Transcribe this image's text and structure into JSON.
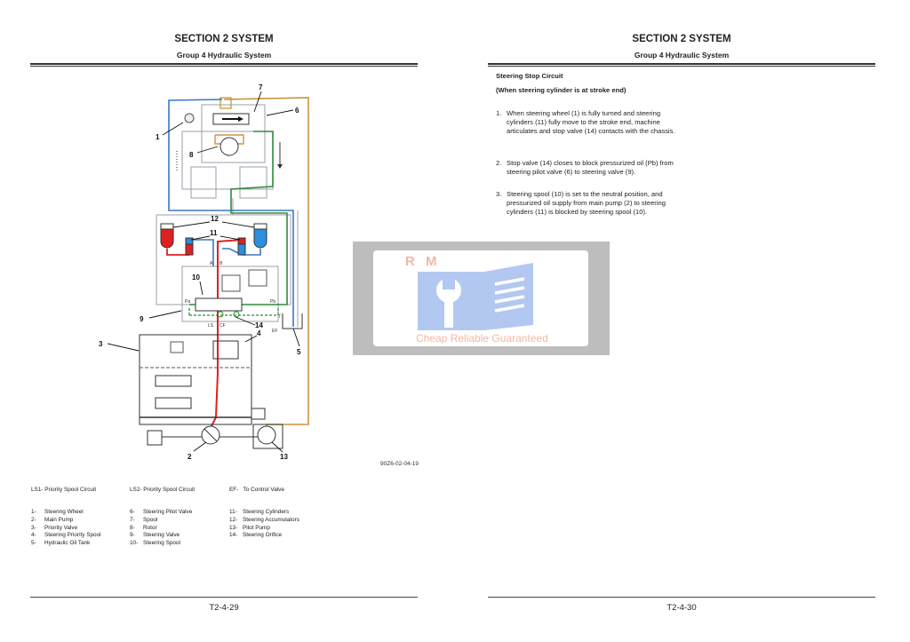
{
  "left_page": {
    "section": "SECTION 2 SYSTEM",
    "group": "Group 4 Hydraulic System",
    "page_number": "T2-4-29",
    "figure_code": "90Z6-02-04-19",
    "callouts": [
      "1",
      "2",
      "3",
      "4",
      "5",
      "6",
      "7",
      "8",
      "9",
      "10",
      "11",
      "12",
      "13",
      "14"
    ],
    "diagram_marks": {
      "ef": "EF",
      "pa": "Pa",
      "pb": "Pb",
      "ls": "LS",
      "cf": "CF",
      "a": "A",
      "b": "B",
      "t": "T"
    },
    "legend_top": [
      {
        "code": "LS1-",
        "text": "Priority Spool Circuit"
      },
      {
        "code": "LS2-",
        "text": "Priority Spool Circuit"
      },
      {
        "code": "EF-",
        "text": "To Control Valve"
      }
    ],
    "legend_columns": [
      [
        {
          "num": "1-",
          "text": "Steering Wheel"
        },
        {
          "num": "2-",
          "text": "Main Pump"
        },
        {
          "num": "3-",
          "text": "Priority Valve"
        },
        {
          "num": "4-",
          "text": "Steering Priority Spool"
        },
        {
          "num": "5-",
          "text": "Hydraulic Oil Tank"
        }
      ],
      [
        {
          "num": "6-",
          "text": "Steering Pilot Valve"
        },
        {
          "num": "7-",
          "text": "Spool"
        },
        {
          "num": "8-",
          "text": "Rotor"
        },
        {
          "num": "9-",
          "text": "Steering Valve"
        },
        {
          "num": "10-",
          "text": "Steering Spool"
        }
      ],
      [
        {
          "num": "11-",
          "text": "Steering Cylinders"
        },
        {
          "num": "12-",
          "text": "Steering Accumulators"
        },
        {
          "num": "13-",
          "text": "Pilot Pump"
        },
        {
          "num": "14-",
          "text": "Steering Orifice"
        }
      ]
    ],
    "line_colors": {
      "pressure": "#e02020",
      "return": "#3a78c4",
      "pilot": "#2e8b3a",
      "pilot_pump": "#c8963e",
      "drain": "#9aa0a8"
    }
  },
  "right_page": {
    "section": "SECTION 2 SYSTEM",
    "group": "Group 4 Hydraulic System",
    "page_number": "T2-4-30",
    "heading": "Steering Stop Circuit",
    "subheading": "(When steering cylinder is at stroke end)",
    "items": [
      {
        "num": "1.",
        "text": "When steering wheel (1) is fully turned and steering cylinders (11) fully move to the stroke end, machine articulates and stop valve (14) contacts with the chassis."
      },
      {
        "num": "2.",
        "text": "Stop valve (14) closes to block pressurized oil (Pb) from steering pilot valve (6) to steering valve (9)."
      },
      {
        "num": "3.",
        "text": "Steering spool (10) is set to the neutral position, and pressurized oil supply from main pump (2) to steering cylinders (11) is blocked by steering spool (10)."
      }
    ]
  },
  "watermark": {
    "logo_letters": "R M",
    "tagline": "Cheap Reliable Guaranteed"
  }
}
